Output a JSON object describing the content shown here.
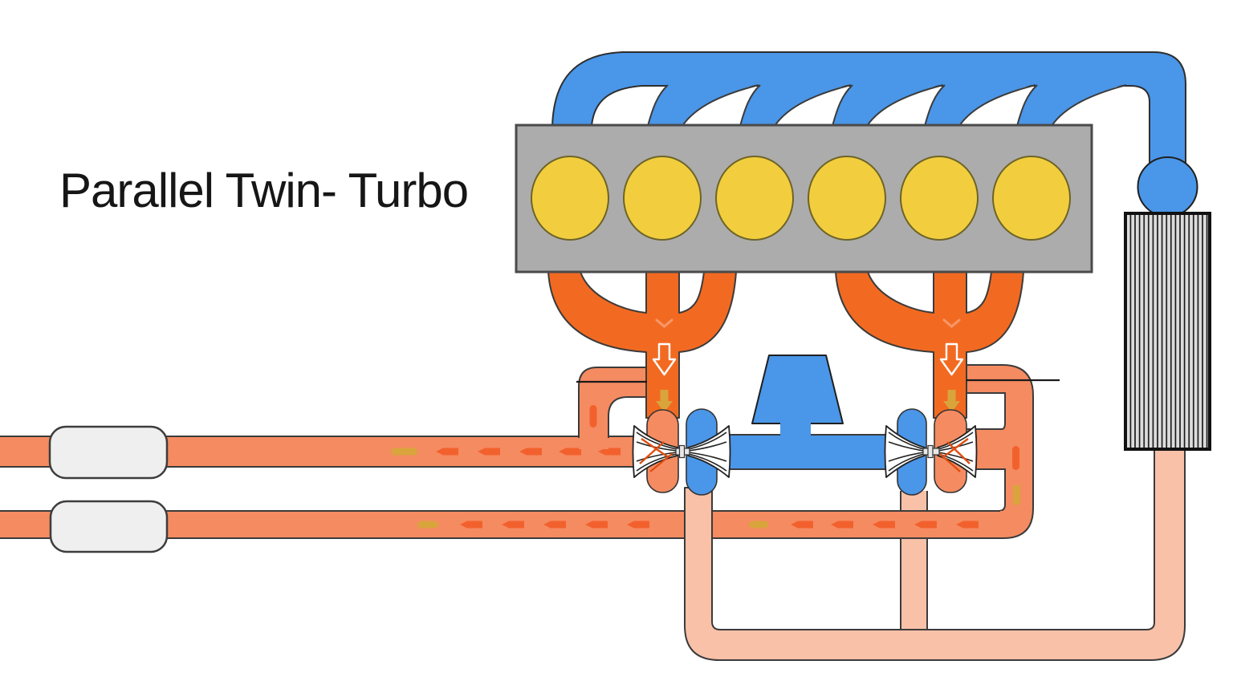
{
  "title": "Parallel Twin- Turbo",
  "background": "#FFFFFF",
  "colors": {
    "intake-blue": "#4A96E8",
    "exhaust-orange": "#F26A21",
    "exhaust-salmon": "#F58B61",
    "charge-air-pink": "#F8C1A8",
    "cylinder-yellow": "#F2CE3E",
    "engine-gray": "#ACACAC",
    "muffler-gray": "#EFEFEF",
    "intercooler-gray": "#DCDCDC",
    "outline-dark": "#3B3B3B",
    "flow-dash-orange": "#F2612D",
    "flow-dash-yellow": "#D9A43C"
  },
  "diagram": {
    "type": "engine-airflow-diagram",
    "engine_cylinders": 6,
    "turbochargers": 2,
    "mufflers": 2,
    "intercoolers": 1,
    "air_filters": 1
  }
}
